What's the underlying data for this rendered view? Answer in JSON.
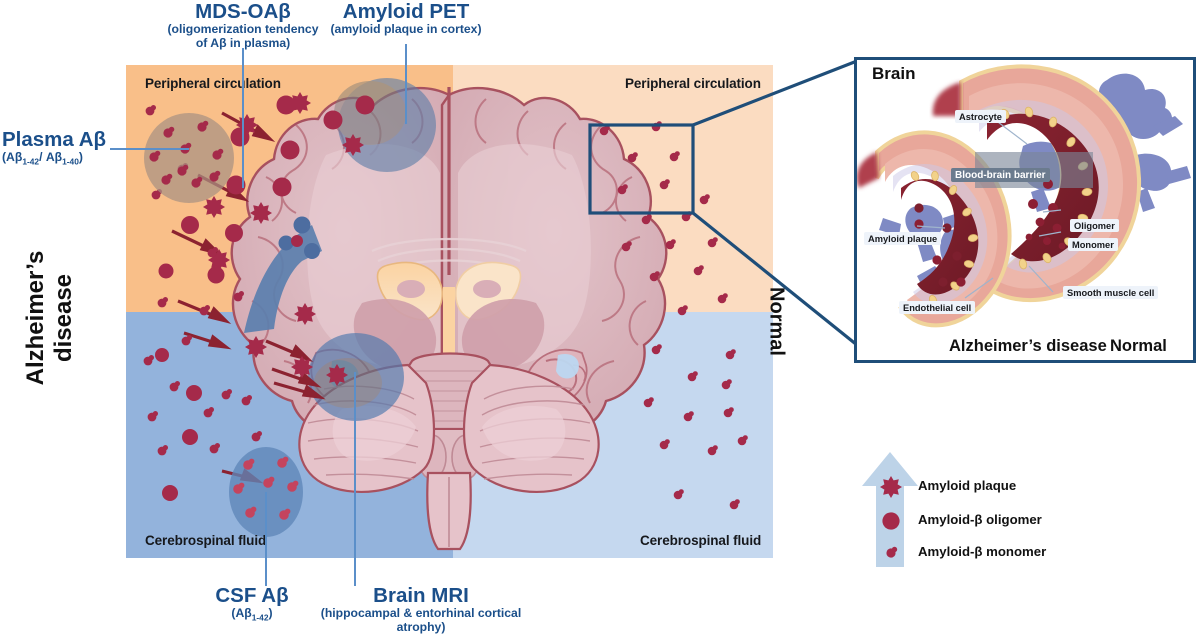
{
  "figure": {
    "type": "biomedical-schematic",
    "subject": "Alzheimer's disease amyloid-beta biomarkers"
  },
  "side_titles": {
    "left": "Alzheimer’s disease",
    "right": "Normal"
  },
  "quadrants": [
    {
      "id": "ad-plasma",
      "label": "Peripheral circulation",
      "color": "#f9bf89"
    },
    {
      "id": "normal-plasma",
      "label": "Peripheral circulation",
      "color": "#fbdcc1"
    },
    {
      "id": "ad-csf",
      "label": "Cerebrospinal fluid",
      "color": "#93b3dc"
    },
    {
      "id": "normal-csf",
      "label": "Cerebrospinal fluid",
      "color": "#c5d8ef"
    }
  ],
  "callouts": [
    {
      "id": "plasma-ab",
      "title": "Plasma Aβ",
      "sub_pre": "(Aβ",
      "sub_a": "1-42",
      "sub_mid": "/ Aβ",
      "sub_b": "1-40",
      "sub_post": ")"
    },
    {
      "id": "mds-oab",
      "title": "MDS-OAβ",
      "sub_line1": "(oligomerization tendency",
      "sub_line2": "of Aβ in plasma)"
    },
    {
      "id": "amyloid-pet",
      "title": "Amyloid PET",
      "sub_line1": "(amyloid plaque in cortex)"
    },
    {
      "id": "csf-ab",
      "title": "CSF Aβ",
      "sub_pre": "(Aβ",
      "sub_a": "1-42",
      "sub_post": ")"
    },
    {
      "id": "brain-mri",
      "title": "Brain MRI",
      "sub_line1": "(hippocampal & entorhinal cortical atrophy)"
    }
  ],
  "inset": {
    "corner_label": "Brain",
    "bottom_left_label": "Alzheimer’s disease",
    "bottom_right_label": "Normal",
    "tags": [
      {
        "id": "astrocyte",
        "text": "Astrocyte",
        "style": "light"
      },
      {
        "id": "blood-brain-barrier",
        "text": "Blood-brain barrier",
        "style": "dark"
      },
      {
        "id": "amyloid-plaque",
        "text": "Amyloid plaque",
        "style": "light"
      },
      {
        "id": "endothelial-cell",
        "text": "Endothelial cell",
        "style": "light"
      },
      {
        "id": "oligomer",
        "text": "Oligomer",
        "style": "light"
      },
      {
        "id": "monomer",
        "text": "Monomer",
        "style": "light"
      },
      {
        "id": "smooth-muscle-cell",
        "text": "Smooth muscle cell",
        "style": "light"
      }
    ]
  },
  "legend": {
    "arrow_direction": "up",
    "items": [
      {
        "id": "amyloid-plaque",
        "icon": "starburst-icon",
        "label": "Amyloid plaque"
      },
      {
        "id": "amyloid-beta-oligomer",
        "icon": "circle-icon",
        "label": "Amyloid-β oligomer"
      },
      {
        "id": "amyloid-beta-monomer",
        "icon": "small-blob-icon",
        "label": "Amyloid-β monomer"
      }
    ]
  },
  "colors": {
    "accent_navy": "#1f4e79",
    "leader_blue": "#5b8fc9",
    "plaque_red": "#a52a4a",
    "brain_pink": "#d9b0b8",
    "plasma_ad": "#f9bf89",
    "plasma_normal": "#fbdcc1",
    "csf_ad": "#93b3dc",
    "csf_normal": "#c5d8ef"
  }
}
